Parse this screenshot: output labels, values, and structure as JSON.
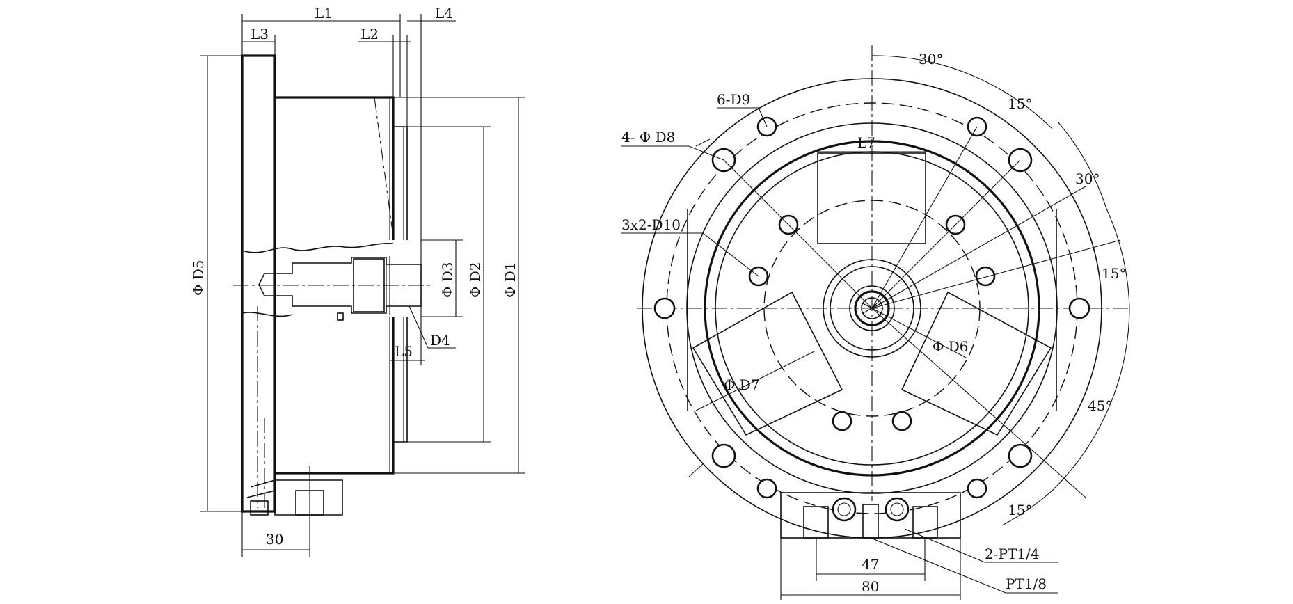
{
  "side_view": {
    "L1": "L1",
    "L2": "L2",
    "L3": "L3",
    "L4": "L4",
    "L5": "L5",
    "D1": "Φ D1",
    "D2": "Φ D2",
    "D3": "Φ D3",
    "D4": "D4",
    "D5": "Φ D5",
    "dim_30": "30"
  },
  "front_view": {
    "angle_30_top": "30°",
    "angle_15_a": "15°",
    "angle_30_right": "30°",
    "angle_15_b": "15°",
    "angle_45": "45°",
    "angle_15_c": "15°",
    "holes_d9": "6-D9",
    "holes_d8": "4- Φ D8",
    "holes_d10": "3x2-D10",
    "L7": "L7",
    "D6": "Φ D6",
    "D7": "Φ D7",
    "port_pt14": "2-PT1/4",
    "port_pt18": "PT1/8",
    "dim_47": "47",
    "dim_80": "80"
  }
}
